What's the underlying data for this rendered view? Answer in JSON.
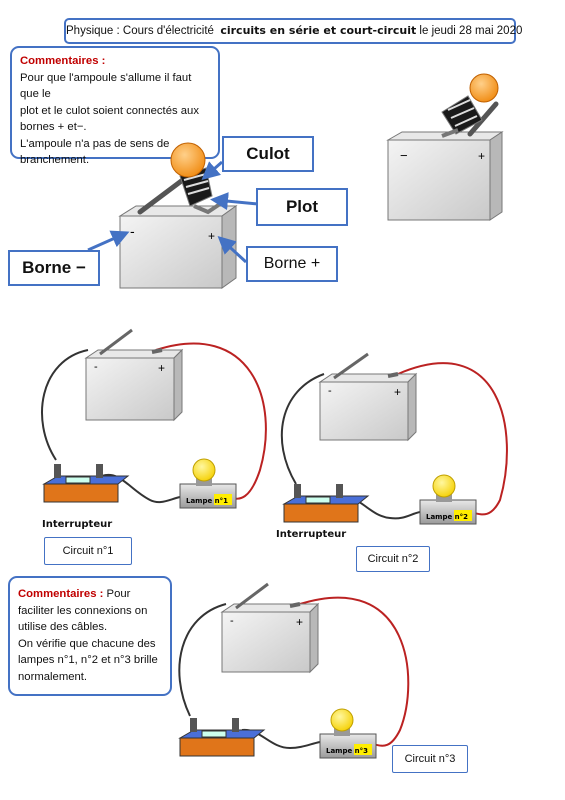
{
  "header": {
    "prefix": "Physique : Cours d'électricité",
    "topic": "circuits en série et court-circuit",
    "date": "le jeudi 28 mai 2020"
  },
  "comment1": {
    "title": "Commentaires :",
    "line1": "Pour que l'ampoule s'allume il faut que le",
    "line2": "plot et le culot soient connectés aux",
    "line3": "bornes + et−.",
    "line4": "L'ampoule n'a pas de sens de",
    "line5": "branchement."
  },
  "labels": {
    "culot": "Culot",
    "plot": "Plot",
    "borne_minus": "Borne −",
    "borne_plus": "Borne +"
  },
  "battery": {
    "minus": "−",
    "plus": "+",
    "minus_small": "-",
    "plus_small": "+"
  },
  "interrupteur": "Interrupteur",
  "lamps": [
    "Lampe n°1",
    "Lampe n°2",
    "Lampe n°3"
  ],
  "circuits": [
    "Circuit n°1",
    "Circuit n°2",
    "Circuit n°3"
  ],
  "comment2": {
    "title": "Commentaires :",
    "title_rest": " Pour",
    "line1": "faciliter les connexions on",
    "line2": "utilise des câbles.",
    "line3": "On vérifie que chacune des",
    "line4": "lampes n°1, n°2 et n°3 brille",
    "line5": "normalement."
  }
}
